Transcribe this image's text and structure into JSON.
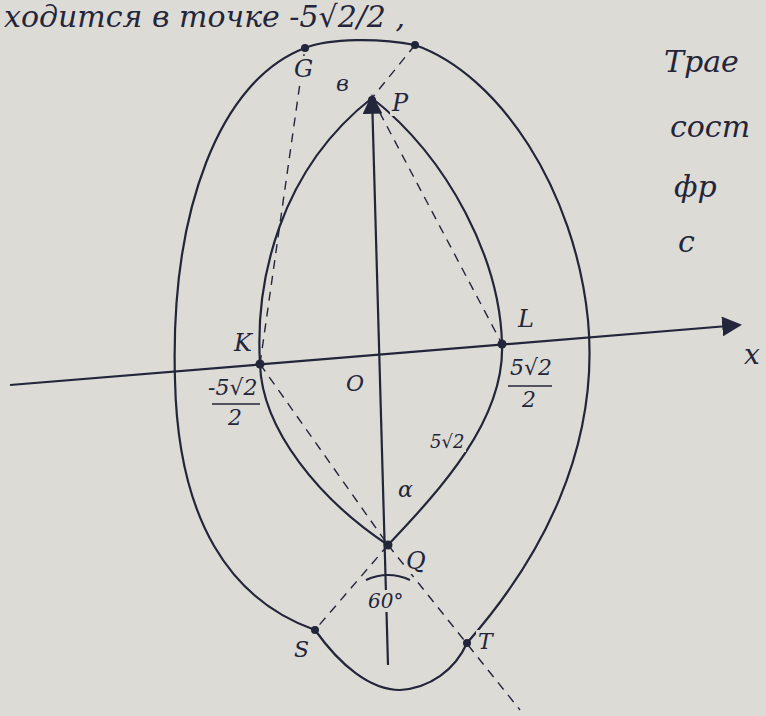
{
  "diagram": {
    "labels": [
      "ходится в точке -5√2/2 ,",
      "Трае",
      "сост",
      "фр",
      "с",
      "G",
      "в",
      "P",
      "K",
      "L",
      "O",
      "x",
      "-5√2",
      "2",
      "5√2",
      "2",
      "5√2",
      "α",
      "Q",
      "60°",
      "S",
      "T"
    ]
  }
}
